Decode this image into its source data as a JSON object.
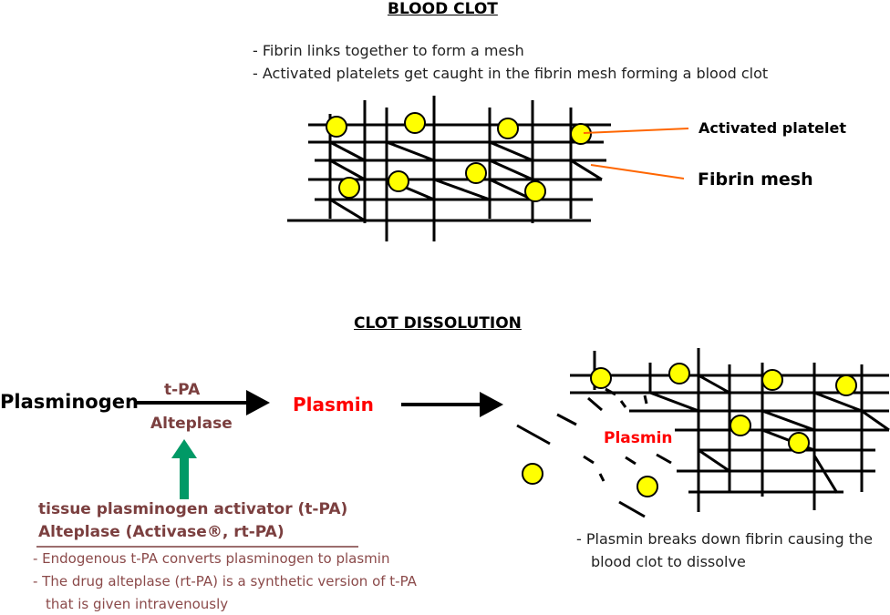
{
  "blood_clot": {
    "heading": "BLOOD CLOT",
    "bullets": [
      "- Fibrin links together to form a mesh",
      "- Activated platelets get caught in the fibrin mesh forming a blood clot"
    ],
    "label_platelet": "Activated platelet",
    "label_mesh": "Fibrin mesh"
  },
  "dissolution": {
    "heading": "CLOT DISSOLUTION",
    "plasminogen": "Plasminogen",
    "tpa_above": "t-PA",
    "alteplase_below": "Alteplase",
    "plasmin": "Plasmin",
    "plasmin_small": "Plasmin",
    "note_line1": "- Plasmin breaks down fibrin causing the",
    "note_line2": "blood clot to dissolve"
  },
  "tpa_box": {
    "title1": "tissue plasminogen activator (t-PA)",
    "title2": "Alteplase (Activase®, rt-PA)",
    "bullet1": "- Endogenous t-PA converts plasminogen to plasmin",
    "bullet2": "- The drug alteplase (rt-PA) is a synthetic version of t-PA",
    "bullet2_cont": "that is given intravenously"
  },
  "colors": {
    "platelet_fill": "#ffff00",
    "leader_line": "#ff6600",
    "arrow_green": "#009966",
    "plasmin_red": "#ff0000",
    "tpa_brown": "#7b3f3f"
  }
}
